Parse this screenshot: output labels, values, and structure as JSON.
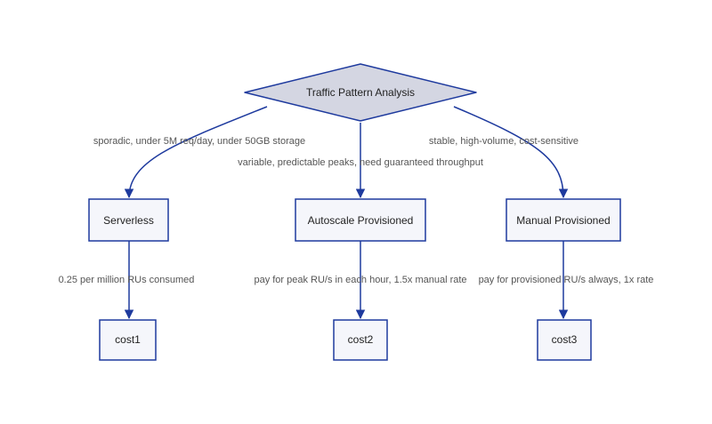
{
  "colors": {
    "stroke": "#1e3a9e",
    "node_fill": "#f5f6fb",
    "decision_fill": "#d4d6e2",
    "edge_label": "#555555",
    "text": "#222222",
    "background": "#ffffff"
  },
  "decision": {
    "label": "Traffic Pattern Analysis"
  },
  "options": [
    {
      "label": "Serverless",
      "condition": "sporadic, under 5M req/day, under 50GB storage"
    },
    {
      "label": "Autoscale Provisioned",
      "condition": "variable, predictable peaks, need guaranteed throughput"
    },
    {
      "label": "Manual Provisioned",
      "condition": "stable, high-volume, cost-sensitive"
    }
  ],
  "costs": [
    {
      "label": "cost1",
      "pricing": "0.25 per million RUs consumed"
    },
    {
      "label": "cost2",
      "pricing": "pay for peak RU/s in each hour, 1.5x manual rate"
    },
    {
      "label": "cost3",
      "pricing": "pay for provisioned RU/s always, 1x rate"
    }
  ]
}
